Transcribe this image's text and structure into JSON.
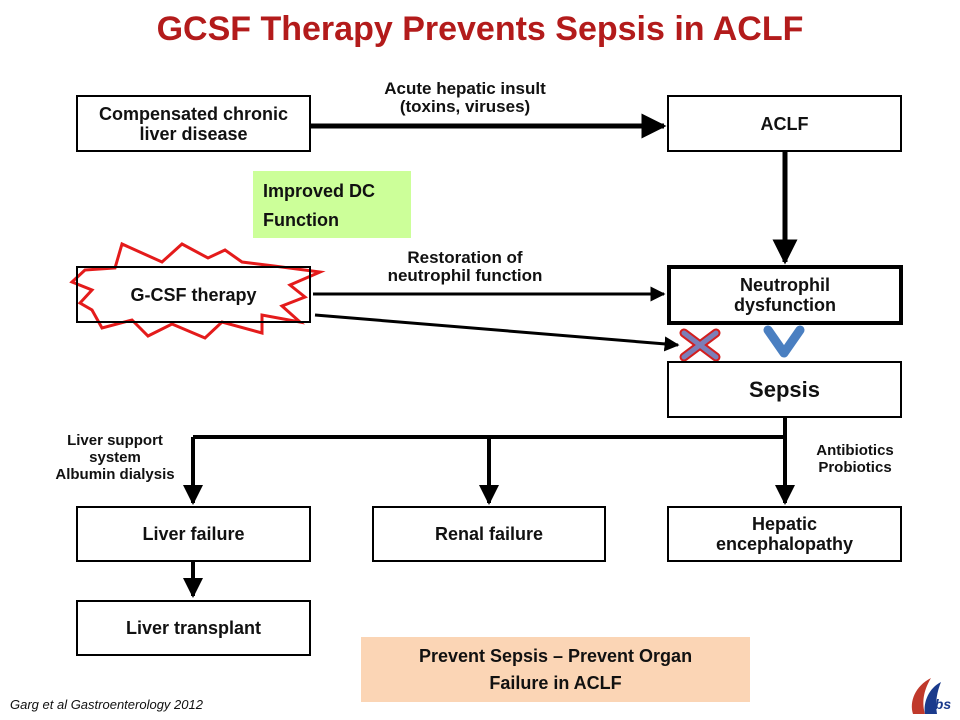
{
  "title": "GCSF Therapy Prevents Sepsis in ACLF",
  "boxes": {
    "compensated": "Compensated chronic\nliver disease",
    "aclf": "ACLF",
    "gcsf": "G-CSF therapy",
    "neutrophil": "Neutrophil\ndysfunction",
    "sepsis": "Sepsis",
    "liver_failure": "Liver failure",
    "renal_failure": "Renal failure",
    "hepatic": "Hepatic\nencephalopathy",
    "transplant": "Liver transplant"
  },
  "labels": {
    "acute_insult": "Acute hepatic insult\n(toxins, viruses)",
    "restoration": "Restoration of\nneutrophil function",
    "liver_support": "Liver support\nsystem\nAlbumin dialysis",
    "antibiotics": "Antibiotics\nProbiotics"
  },
  "notes": {
    "improved_dc": "Improved DC\nFunction",
    "prevent": "Prevent Sepsis – Prevent Organ\nFailure in ACLF"
  },
  "citation": "Garg et al Gastroenterology 2012",
  "logo_text": "ilbs",
  "colors": {
    "title": "#b31b1b",
    "starburst": "#e41b1b",
    "cross_fill": "#7b7fb8",
    "cross_stroke": "#d31f1f",
    "chevron": "#4a7fc1",
    "green_note": "#ccff99",
    "peach_note": "#fbd5b5"
  }
}
